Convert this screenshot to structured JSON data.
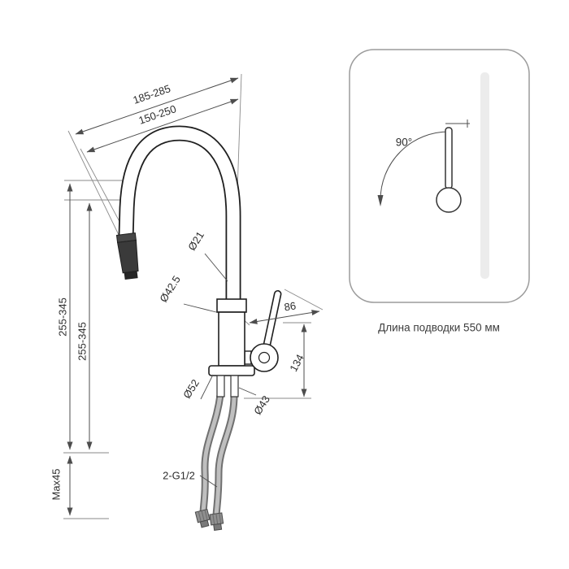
{
  "drawing": {
    "dims": {
      "top_outer": "185-285",
      "top_inner": "150-250",
      "left_outer": "255-345",
      "left_inner": "255-345",
      "max_depth": "Max45",
      "spout_tube_dia": "Ø21",
      "body_dia": "Ø42.5",
      "base_dia": "Ø52",
      "shank_dia": "Ø43",
      "handle_reach": "86",
      "body_height": "134",
      "hose_thread": "2-G1/2"
    }
  },
  "panel": {
    "handle_angle": "90°",
    "caption": "Длина подводки 550 мм"
  },
  "colors": {
    "outline": "#1f1f1f",
    "dimension": "#4d4d4d",
    "background": "#ffffff",
    "panel_border": "#9c9c9c",
    "spray_head": "#3a3a3a",
    "hose": "#707070"
  }
}
